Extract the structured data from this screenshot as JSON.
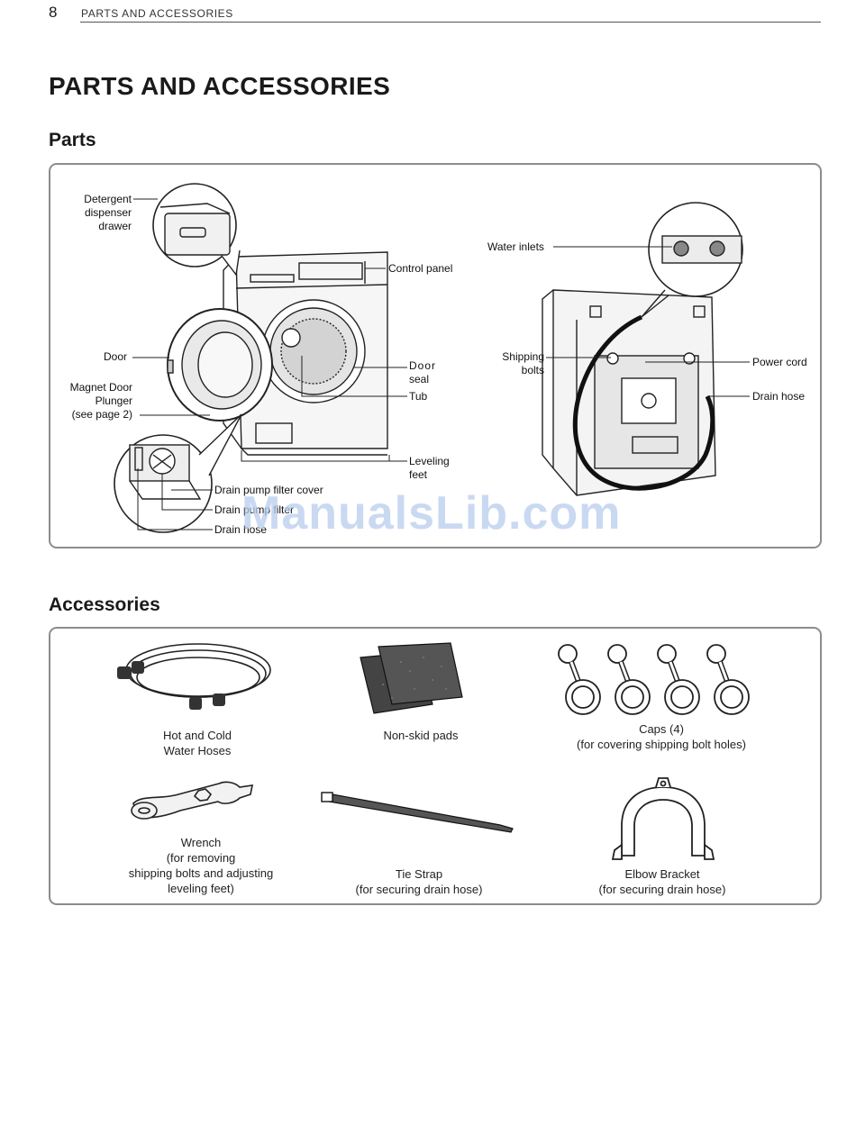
{
  "header": {
    "page_number": "8",
    "running_title": "PARTS AND ACCESSORIES"
  },
  "title": "PARTS AND ACCESSORIES",
  "parts": {
    "heading": "Parts",
    "front_labels": {
      "detergent": [
        "Detergent",
        "dispenser",
        "drawer"
      ],
      "control_panel": "Control panel",
      "door": "Door",
      "magnet": [
        "Magnet Door",
        "Plunger",
        "(see page 2)"
      ],
      "door_seal": [
        "Door",
        "seal"
      ],
      "tub": "Tub",
      "leveling": [
        "Leveling",
        "feet"
      ],
      "drain_pump_cover": "Drain pump filter cover",
      "drain_pump_filter": "Drain pump filter",
      "drain_hose": "Drain hose"
    },
    "rear_labels": {
      "water_inlets": "Water inlets",
      "shipping": [
        "Shipping",
        "bolts"
      ],
      "power_cord": "Power cord",
      "drain_hose": "Drain hose"
    }
  },
  "accessories": {
    "heading": "Accessories",
    "items": {
      "hoses": [
        "Hot and Cold",
        "Water Hoses"
      ],
      "pads": [
        "Non-skid pads"
      ],
      "caps": [
        "Caps (4)",
        "(for covering shipping bolt holes)"
      ],
      "wrench": [
        "Wrench",
        "(for removing",
        "shipping bolts and adjusting",
        "leveling feet)"
      ],
      "tie": [
        "Tie Strap",
        "(for securing drain hose)"
      ],
      "elbow": [
        "Elbow Bracket",
        "(for securing drain hose)"
      ]
    }
  },
  "watermark": "ManualsLib.com"
}
